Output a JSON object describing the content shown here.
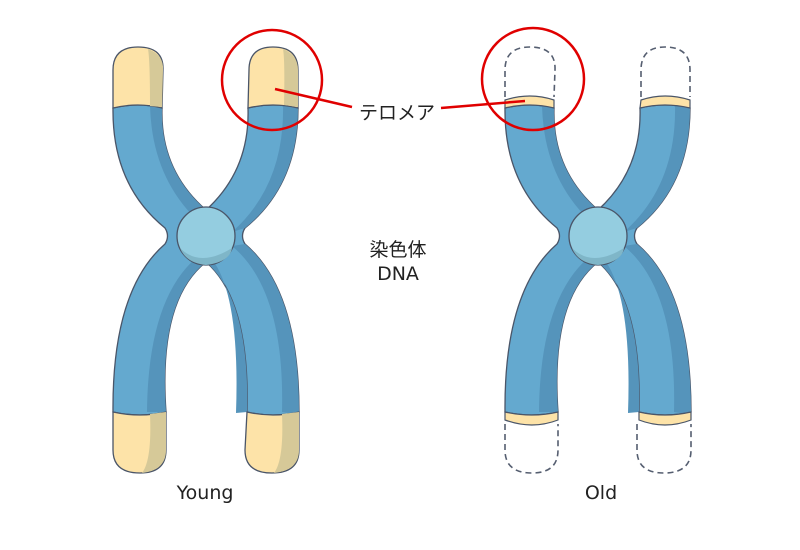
{
  "labels": {
    "telomere": "テロメア",
    "chromosome": "染色体",
    "dna": "DNA",
    "young": "Young",
    "old": "Old"
  },
  "colors": {
    "body": "#64a9cf",
    "body_shade": "#5594bb",
    "centromere": "#94cde0",
    "telomere": "#fde3a8",
    "telomere_shade": "#d6c998",
    "outline": "#4a5568",
    "highlight": "#e00000"
  }
}
